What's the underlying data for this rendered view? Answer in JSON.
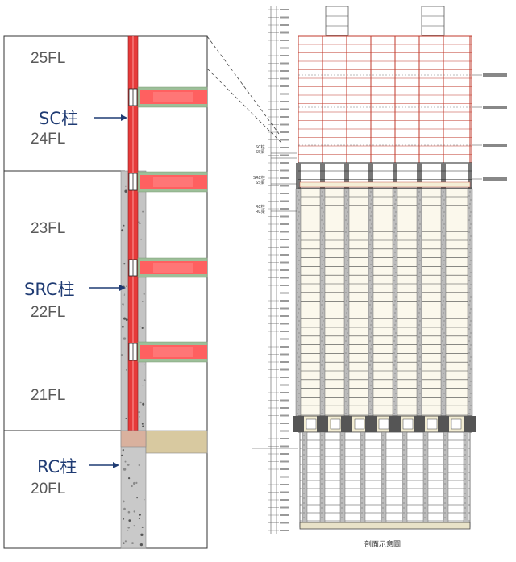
{
  "detail": {
    "floors": [
      "25FL",
      "24FL",
      "23FL",
      "22FL",
      "21FL",
      "20FL"
    ],
    "column_types": {
      "sc": "SC柱",
      "src": "SRC柱",
      "rc": "RC柱"
    }
  },
  "section": {
    "caption": "剖面示意圖",
    "side_labels": [
      "SC柱",
      "SS梁",
      "SRC柱",
      "SS梁",
      "RC柱",
      "RC梁"
    ]
  },
  "colors": {
    "steel": "#e63a3a",
    "beam_core": "#ff6060",
    "beam_flange": "#9dbf99",
    "concrete": "#c4c4c4",
    "concrete_dark": "#b5b5b5",
    "arrow": "#1f3b73",
    "line": "#555555",
    "rc_beam": "#d8c9a0",
    "src_beam_band": "#f4eed6"
  }
}
